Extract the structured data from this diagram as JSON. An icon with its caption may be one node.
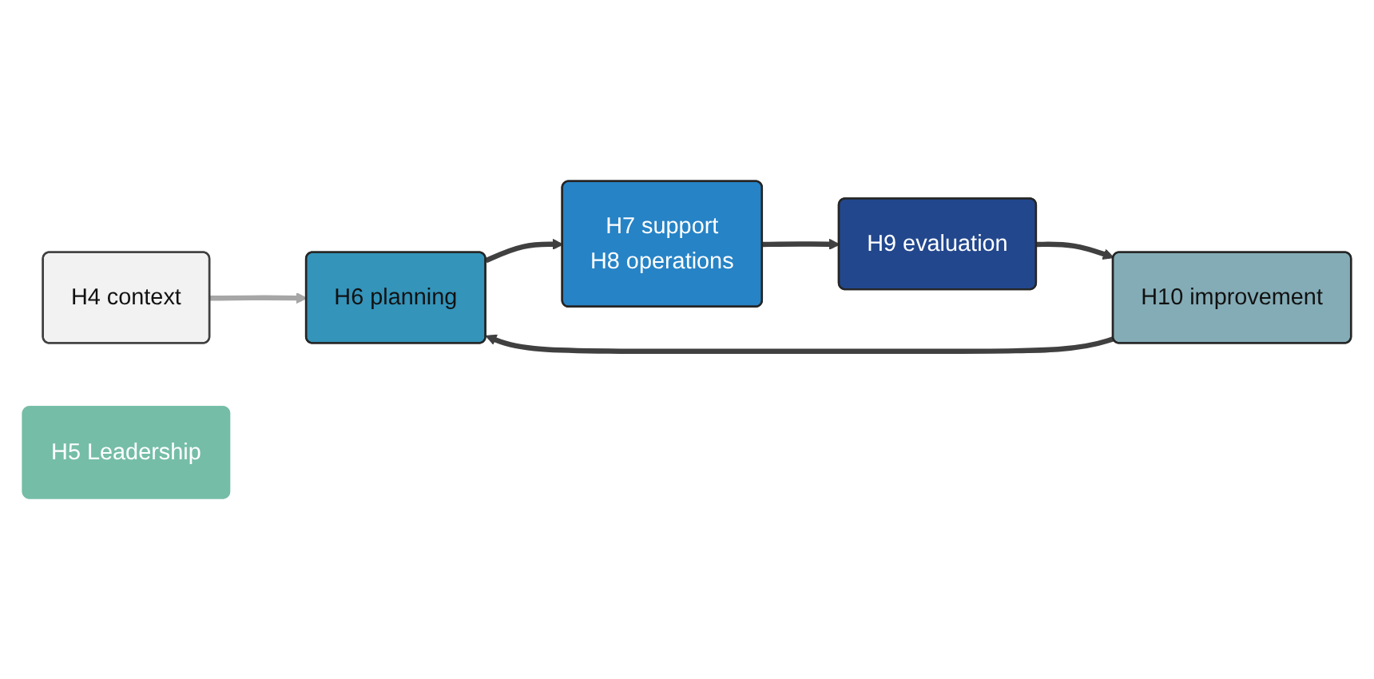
{
  "diagram": {
    "nodes": [
      {
        "text": [
          "H4 context"
        ]
      },
      {
        "text": [
          "H6 planning"
        ]
      },
      {
        "text": [
          "H7 support",
          "H8 operations"
        ]
      },
      {
        "text": [
          "H5 Leadership"
        ]
      },
      {
        "text": [
          "H9 evaluation"
        ]
      },
      {
        "text": [
          "H10 improvement"
        ]
      }
    ],
    "edges": [
      {
        "from": 0,
        "to": 1,
        "arrow": "to",
        "color": "#a6a6a6"
      },
      {
        "from": 1,
        "to": 2,
        "arrow": "to"
      },
      {
        "from": 2,
        "to": 4,
        "arrow": "to"
      },
      {
        "from": 4,
        "to": 5,
        "arrow": "to"
      },
      {
        "from": 5,
        "to": 1,
        "arrow": "to"
      }
    ]
  }
}
